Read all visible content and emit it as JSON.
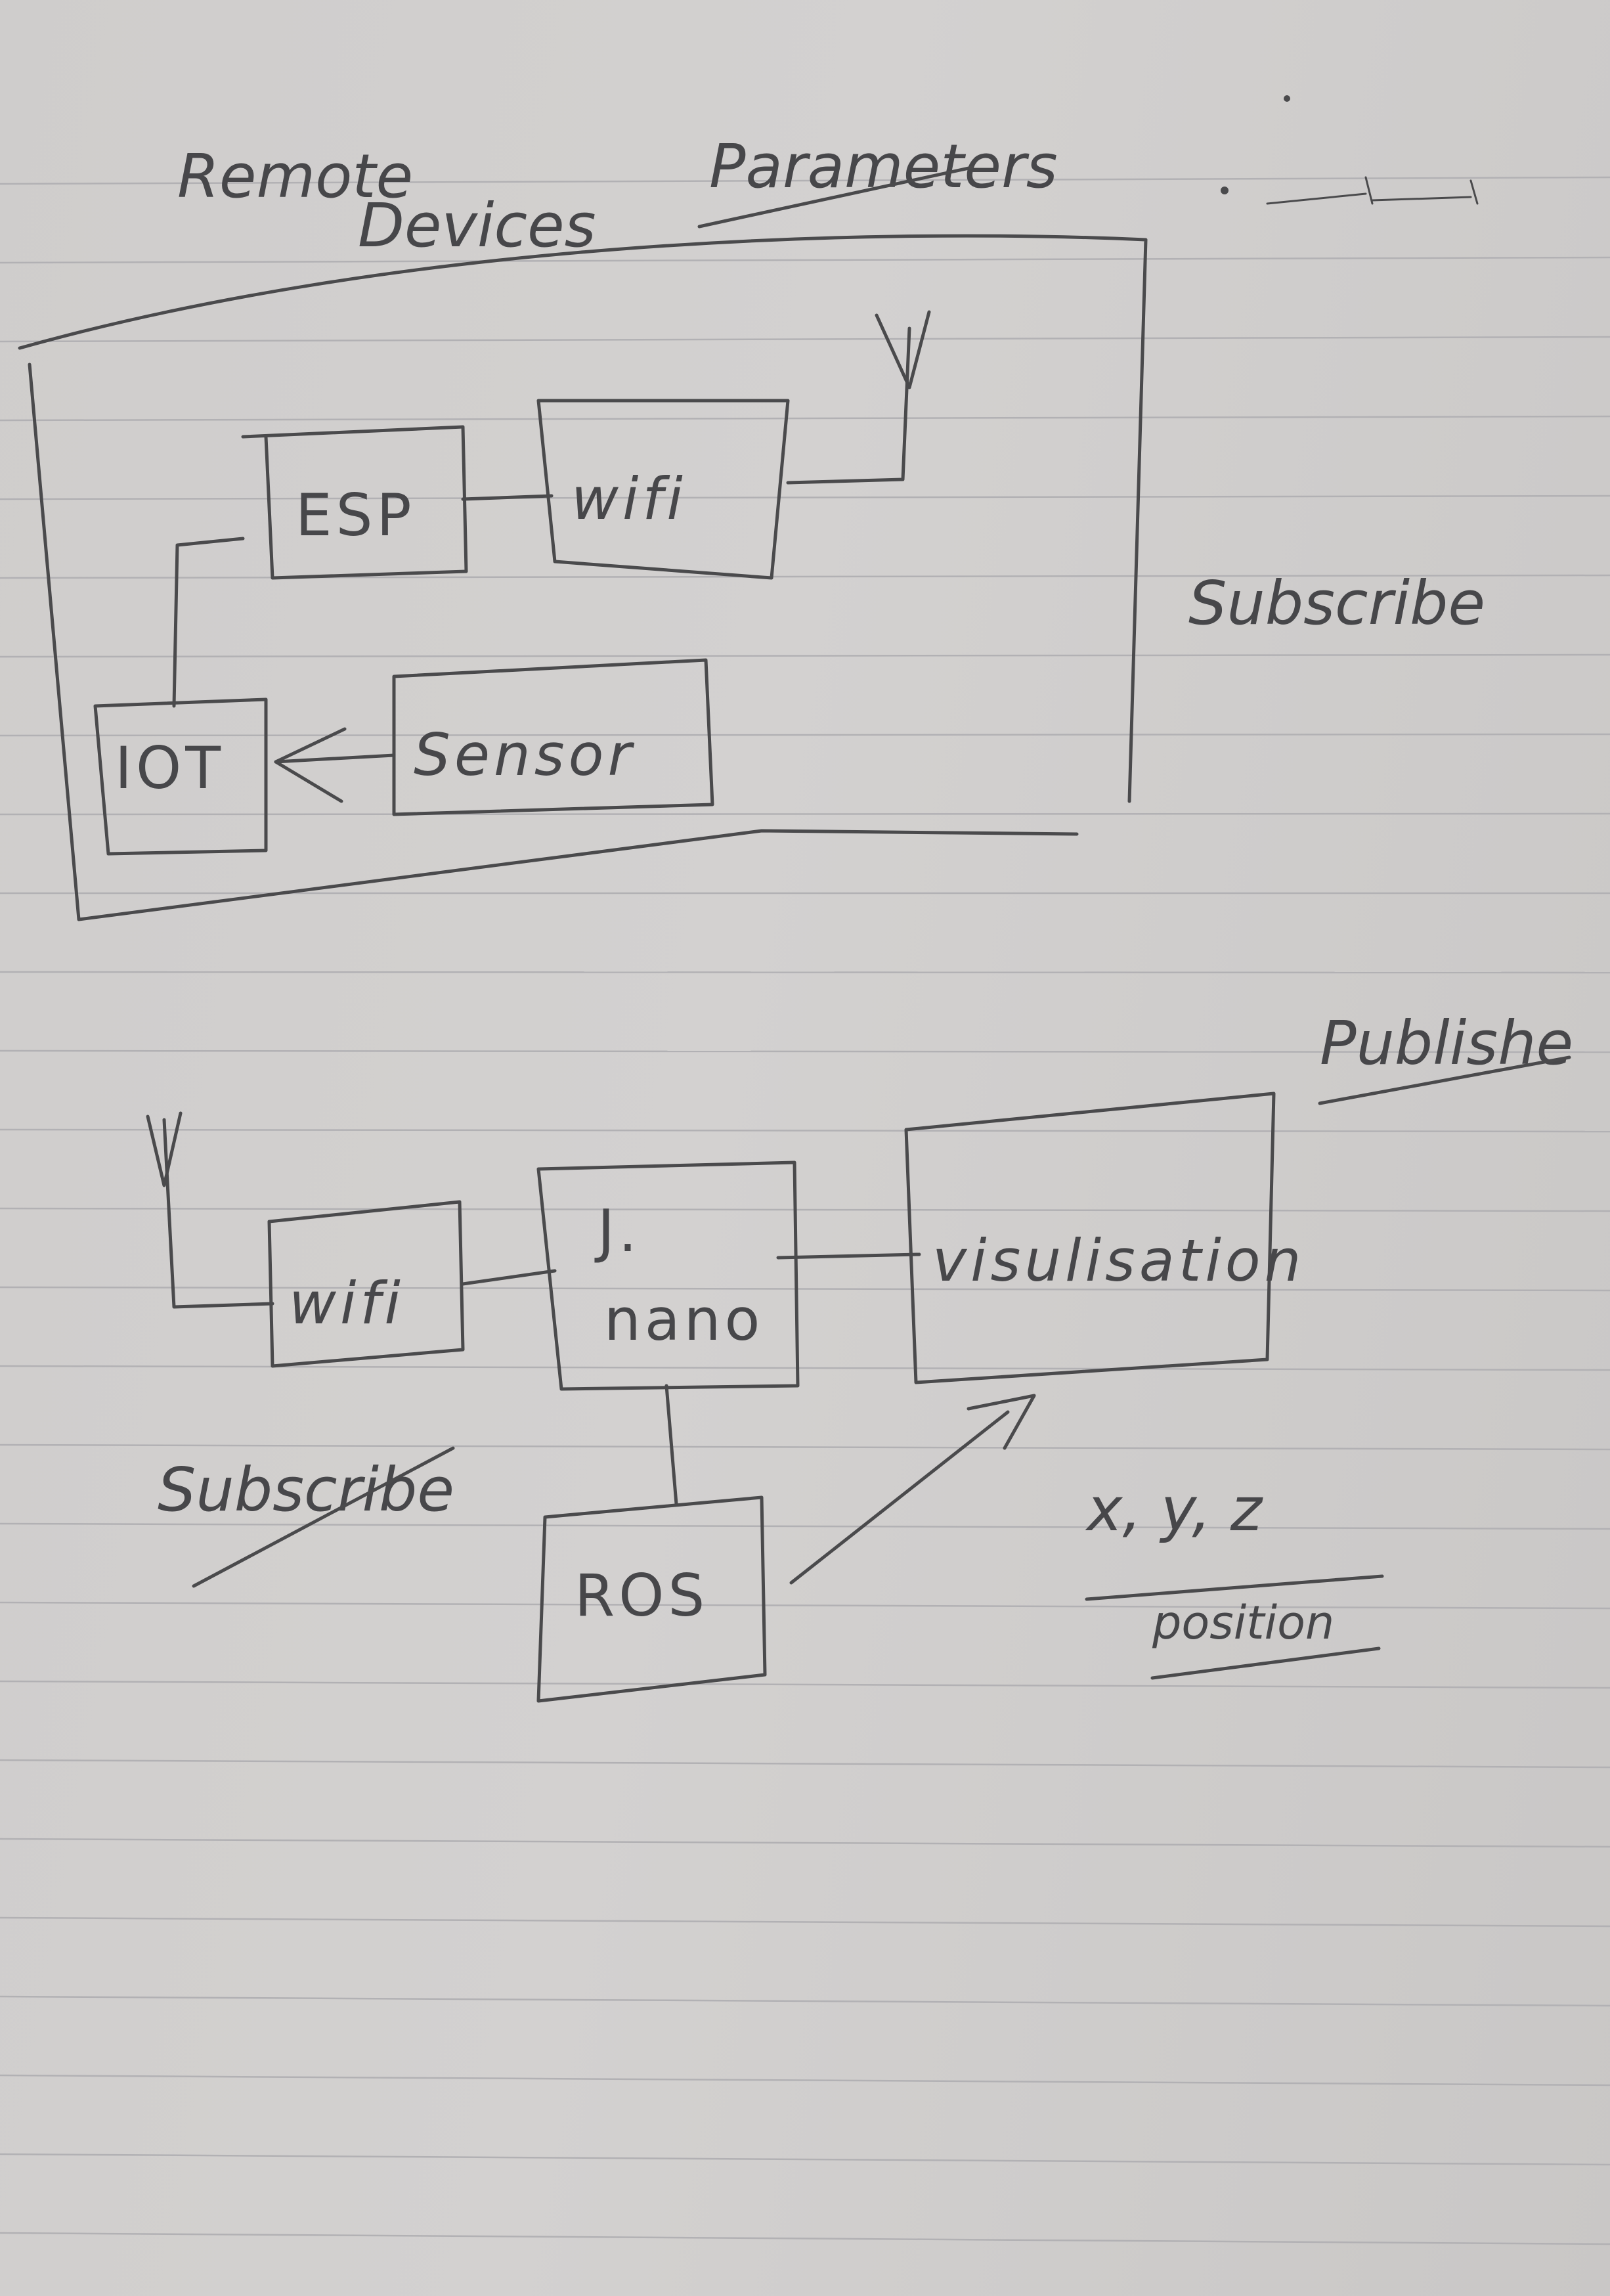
{
  "heading": {
    "line1": "Remote",
    "line2": "Devices",
    "line3": "Parameters"
  },
  "top_diagram": {
    "esp": "ESP",
    "wifi": "wifi",
    "iot": "IOT",
    "sensor": "Sensor",
    "side_note": "Subscribe"
  },
  "bottom_diagram": {
    "publish_note": "Publishe",
    "wifi": "wifi",
    "jetson_line1": "J.",
    "jetson_line2": "nano",
    "visualisation": "visulisation",
    "subscribe_note": "Subscribe",
    "ros": "ROS",
    "coords": "x, y, z",
    "position": "position"
  }
}
